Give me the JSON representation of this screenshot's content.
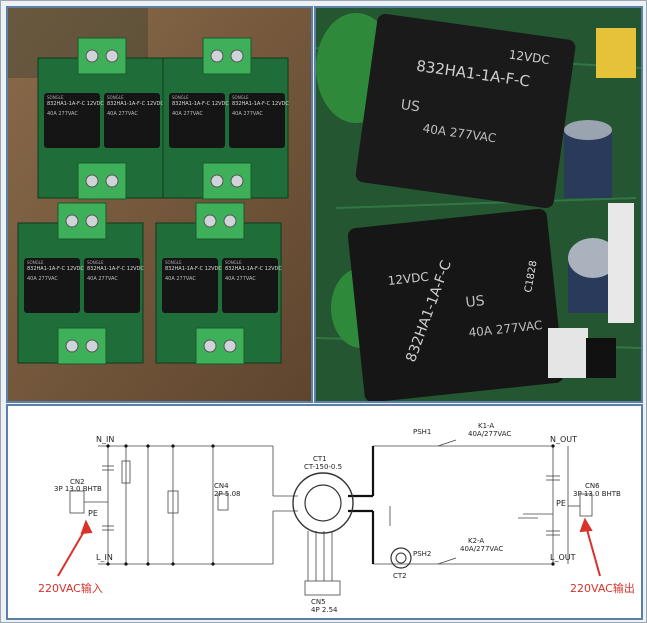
{
  "photo_left": {
    "relays": [
      {
        "brand": "SONGLE",
        "model": "832HA1-1A-F-C",
        "rating": "12VDC",
        "current": "40A 277VAC"
      },
      {
        "brand": "SONGLE",
        "model": "832HA1-1A-F-C",
        "rating": "12VDC",
        "current": "40A 277VAC"
      },
      {
        "brand": "SONGLE",
        "model": "832HA1-1A-F-C",
        "rating": "12VDC",
        "current": "40A 277VAC"
      },
      {
        "brand": "SONGLE",
        "model": "832HA1-1A-F-C",
        "rating": "12VDC",
        "current": "40A 277VAC"
      },
      {
        "brand": "SONGLE",
        "model": "832HA1-1A-F-C",
        "rating": "12VDC",
        "current": "40A 277VAC"
      },
      {
        "brand": "SONGLE",
        "model": "832HA1-1A-F-C",
        "rating": "12VDC",
        "current": "40A 277VAC"
      },
      {
        "brand": "SONGLE",
        "model": "832HA1-1A-F-C",
        "rating": "12VDC",
        "current": "40A 277VAC"
      },
      {
        "brand": "SONGLE",
        "model": "832HA1-1A-F-C",
        "rating": "12VDC",
        "current": "40A 277VAC"
      }
    ]
  },
  "photo_right": {
    "relay_top": {
      "model": "832HA1-1A-F-C",
      "rating": "12VDC",
      "current": "40A 277VAC",
      "cert": "US"
    },
    "relay_bottom": {
      "model": "832HA1-1A-F-C",
      "rating": "12VDC",
      "current": "40A 277VAC",
      "cert": "US"
    },
    "pcb_mark": "C1828"
  },
  "schematic": {
    "n_in": "N_IN",
    "l_in": "L_IN",
    "n_out": "N_OUT",
    "l_out": "L_OUT",
    "cn2": "CN2",
    "cn2_spec": "3P 13.0 BHTB",
    "pe_left": "PE",
    "pe_right": "PE",
    "cn4": "CN4",
    "cn4_spec": "2P 5.08",
    "ct1": "CT1",
    "ct1_spec": "CT-150-0.5",
    "ct2": "CT2",
    "cn5": "CN5",
    "cn5_spec": "4P 2.54",
    "k1": "K1-A",
    "k1_spec": "40A/277VAC",
    "k2": "K2-A",
    "k2_spec": "40A/277VAC",
    "cn6": "CN6",
    "cn6_spec": "3P 13.0 BHTB",
    "psh_top": "PSH1",
    "psh_bottom": "PSH2",
    "label_in": "220VAC输入",
    "label_out": "220VAC输出"
  }
}
